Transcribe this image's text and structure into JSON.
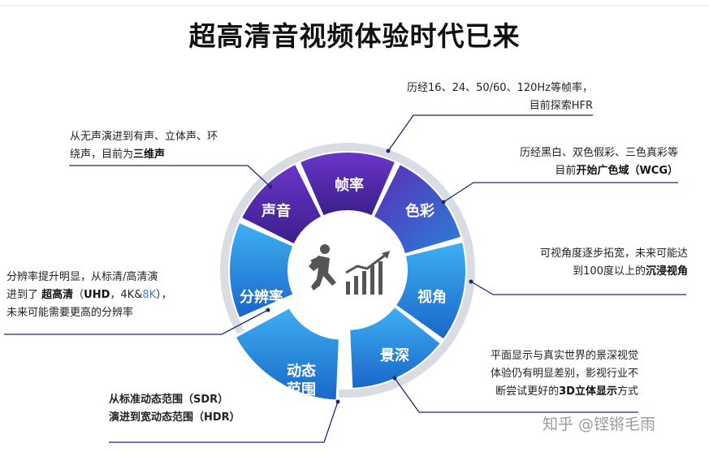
{
  "title": "超高清音视频体验时代已来",
  "segments": {
    "frame_rate": "帧率",
    "color": "色彩",
    "view_angle": "视角",
    "depth": "景深",
    "dynamic_range_line1": "动态",
    "dynamic_range_line2": "范围",
    "resolution": "分辨率",
    "sound": "声音"
  },
  "notes": {
    "frame_rate": {
      "line1": "历经16、24、50/60、120Hz等帧率，",
      "line2": "目前探索HFR"
    },
    "color": {
      "line1": "历经黑白、双色假彩、三色真彩等",
      "line2_prefix": "目前",
      "line2_bold": "开始广色域（WCG）"
    },
    "view_angle": {
      "line1": "可视角度逐步拓宽，未来可能达",
      "line2_prefix": "到100度以上的",
      "line2_bold": "沉浸视角"
    },
    "depth": {
      "line1": "平面显示与真实世界的景深视觉",
      "line2": "体验仍有明显差别，影视行业不",
      "line3_prefix": "断尝试更好的",
      "line3_bold": "3D立体显示",
      "line3_suffix": "方式"
    },
    "dynamic_range": {
      "line1": "从标准动态范围（SDR）",
      "line2": "演进到宽动态范围（HDR）"
    },
    "resolution": {
      "line1": "分辨率提升明显，从标清/高清演",
      "line2_prefix": "进到了 ",
      "line2_bold1": "超高清",
      "line2_paren_open": "（",
      "line2_bold2": "UHD",
      "line2_mid": "，4K&",
      "line2_accent": "8K",
      "line2_suffix": "），",
      "line3": "未来可能需要更高的分辨率"
    },
    "sound": {
      "line1": "从无声演进到有声、立体声、环",
      "line2_prefix": "绕声，目前为",
      "line2_bold": "三维声"
    }
  },
  "watermark": "知乎 @铿锵毛雨",
  "center_icon": "running-person-growth-chart-icon",
  "colors": {
    "purple_dark": "#3a1f8c",
    "purple": "#5b2db5",
    "blue": "#1f7fd8",
    "blue_light": "#36a6ee",
    "ring": "#d9dde3",
    "icon_gray": "#555555"
  }
}
